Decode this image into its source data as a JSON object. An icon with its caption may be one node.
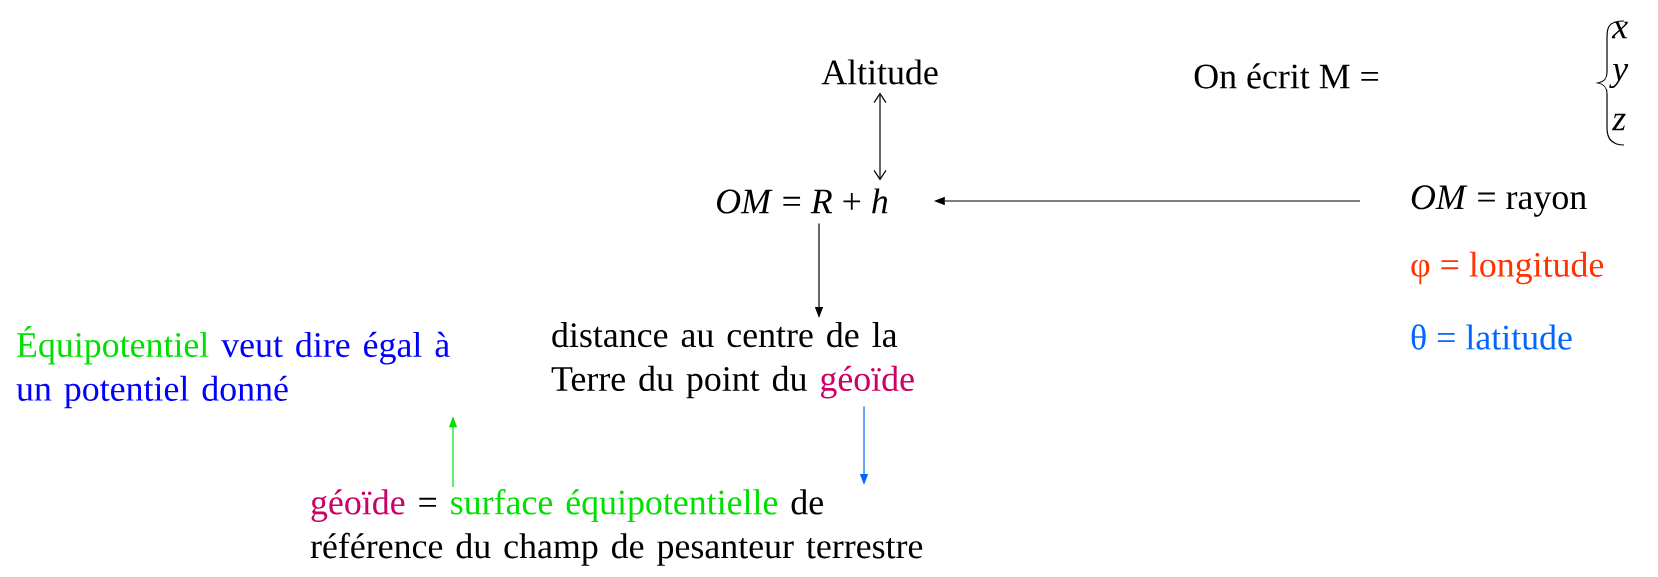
{
  "diagram": {
    "nodes": [
      {
        "text": [
          "Altitude"
        ]
      },
      {
        "text": [
          "*OM* = *R* + *h*"
        ]
      },
      {
        "text": [
          "*OM* = rayon"
        ]
      },
      {
        "text": [
          "φ = longitude"
        ]
      },
      {
        "text": [
          "θ = latitude"
        ]
      },
      {
        "text": [
          "distance au centre de la Terre du point du",
          "géoïde"
        ]
      },
      {
        "text": [
          "Équipotentiel",
          "veut dire égal à un potentiel donné"
        ]
      },
      {
        "text": [
          "géoïde",
          "=",
          "surface équipotentielle",
          "de référence du champ de pesanteur terrestre"
        ]
      }
    ],
    "edges": [
      {
        "from": 0,
        "to": 1,
        "arrow": "both"
      },
      {
        "from": 2,
        "to": 1,
        "arrow": "to"
      },
      {
        "from": 1,
        "to": 5,
        "arrow": "to"
      },
      {
        "from": 5,
        "to": 7,
        "arrow": "to",
        "color": "#0066ff"
      },
      {
        "from": 7,
        "to": 6,
        "arrow": "to",
        "color": "#00e000"
      }
    ],
    "labels": [
      "On écrit M =",
      "x",
      "y",
      "z"
    ]
  }
}
